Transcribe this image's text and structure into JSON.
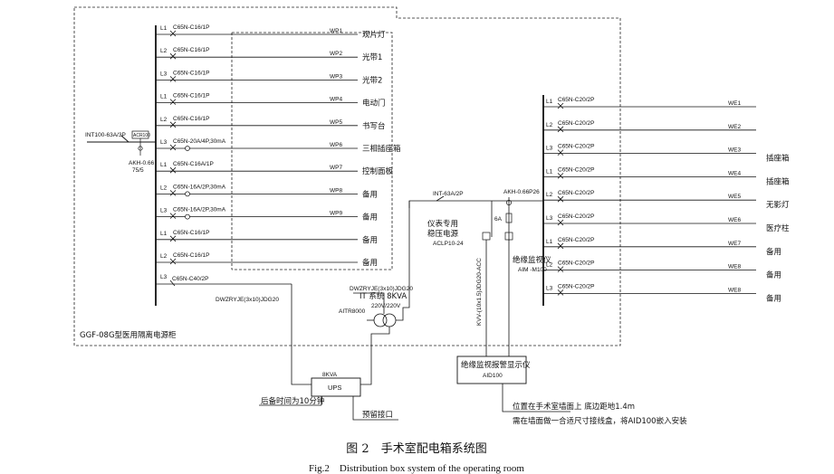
{
  "main_cabinet": {
    "incoming_breaker": "INT100-63A/3P",
    "spd_label": "ACR100",
    "meter_line1": "AKH-0.66",
    "meter_line2": "75/5",
    "title": "GGF-08G型医用隔离电源柜"
  },
  "left_circuits": [
    {
      "phase": "L1",
      "breaker": "C65N-C16/1P",
      "code": "WP1",
      "use": "观片灯",
      "rcd": false
    },
    {
      "phase": "L2",
      "breaker": "C65N-C16/1P",
      "code": "WP2",
      "use": "光带1",
      "rcd": false
    },
    {
      "phase": "L3",
      "breaker": "C65N-C16/1P",
      "code": "WP3",
      "use": "光带2",
      "rcd": false
    },
    {
      "phase": "L1",
      "breaker": "C65N-C16/1P",
      "code": "WP4",
      "use": "电动门",
      "rcd": false
    },
    {
      "phase": "L2",
      "breaker": "C65N-C16/1P",
      "code": "WP5",
      "use": "书写台",
      "rcd": false
    },
    {
      "phase": "L3",
      "breaker": "C65N-20A/4P,30mA",
      "code": "WP6",
      "use": "三相插座箱",
      "rcd": true
    },
    {
      "phase": "L1",
      "breaker": "C65N-C16A/1P",
      "code": "WP7",
      "use": "控制面板",
      "rcd": false
    },
    {
      "phase": "L2",
      "breaker": "C65N-16A/2P,30mA",
      "code": "WP8",
      "use": "备用",
      "rcd": true
    },
    {
      "phase": "L3",
      "breaker": "C65N-16A/2P,30mA",
      "code": "WP9",
      "use": "备用",
      "rcd": true
    },
    {
      "phase": "L1",
      "breaker": "C65N-C16/1P",
      "code": "",
      "use": "备用",
      "rcd": false
    },
    {
      "phase": "L2",
      "breaker": "C65N-C16/1P",
      "code": "",
      "use": "备用",
      "rcd": false
    }
  ],
  "ups_feeder": {
    "phase": "L3",
    "breaker": "C65N-C40/2P",
    "cable_in": "DWZRYJE(3x10)JDG20",
    "cable_out": "DWZRYJE(3x10)JDG20"
  },
  "transformer": {
    "title": "IT 系统 8KVA",
    "ratio": "220V/220V",
    "model": "AITR8000"
  },
  "ups": {
    "rating": "8KVA",
    "label": "UPS",
    "note": "后备时间为10分钟",
    "door": "预留接口"
  },
  "monitor": {
    "breaker": "INT-63A/2P",
    "meter": "AKH-0.66P26",
    "fuse": "6A",
    "regulator_line1": "仪表专用",
    "regulator_line2": "稳压电源",
    "regulator_model": "ACLP10-24",
    "imd_name": "绝缘监视仪",
    "imd_model": "AIM -M100",
    "cable_label": "KVV-(10x1.5)JDG20-ACC",
    "alarm_name": "绝缘监视报警显示仪",
    "alarm_model": "AID100",
    "note1": "位置在手术室墙面上 底边距地1.4m",
    "note2": "需在墙面做一合适尺寸接线盒，将AID100嵌入安装"
  },
  "right_circuits": [
    {
      "phase": "L1",
      "breaker": "C65N-C20/2P",
      "code": "WE1",
      "use": ""
    },
    {
      "phase": "L2",
      "breaker": "C65N-C20/2P",
      "code": "WE2",
      "use": ""
    },
    {
      "phase": "L3",
      "breaker": "C65N-C20/2P",
      "code": "WE3",
      "use": "插座箱"
    },
    {
      "phase": "L1",
      "breaker": "C65N-C20/2P",
      "code": "WE4",
      "use": "插座箱"
    },
    {
      "phase": "L2",
      "breaker": "C65N-C20/2P",
      "code": "WE5",
      "use": "无影灯"
    },
    {
      "phase": "L3",
      "breaker": "C65N-C20/2P",
      "code": "WE6",
      "use": "医疗柱"
    },
    {
      "phase": "L1",
      "breaker": "C65N-C20/2P",
      "code": "WE7",
      "use": "备用"
    },
    {
      "phase": "L2",
      "breaker": "C65N-C20/2P",
      "code": "WE8",
      "use": "备用"
    },
    {
      "phase": "L3",
      "breaker": "C65N-C20/2P",
      "code": "WE8",
      "use": "备用"
    }
  ],
  "caption": {
    "cn": "图 2　手术室配电箱系统图",
    "en": "Fig.2　Distribution box system of the operating room"
  }
}
